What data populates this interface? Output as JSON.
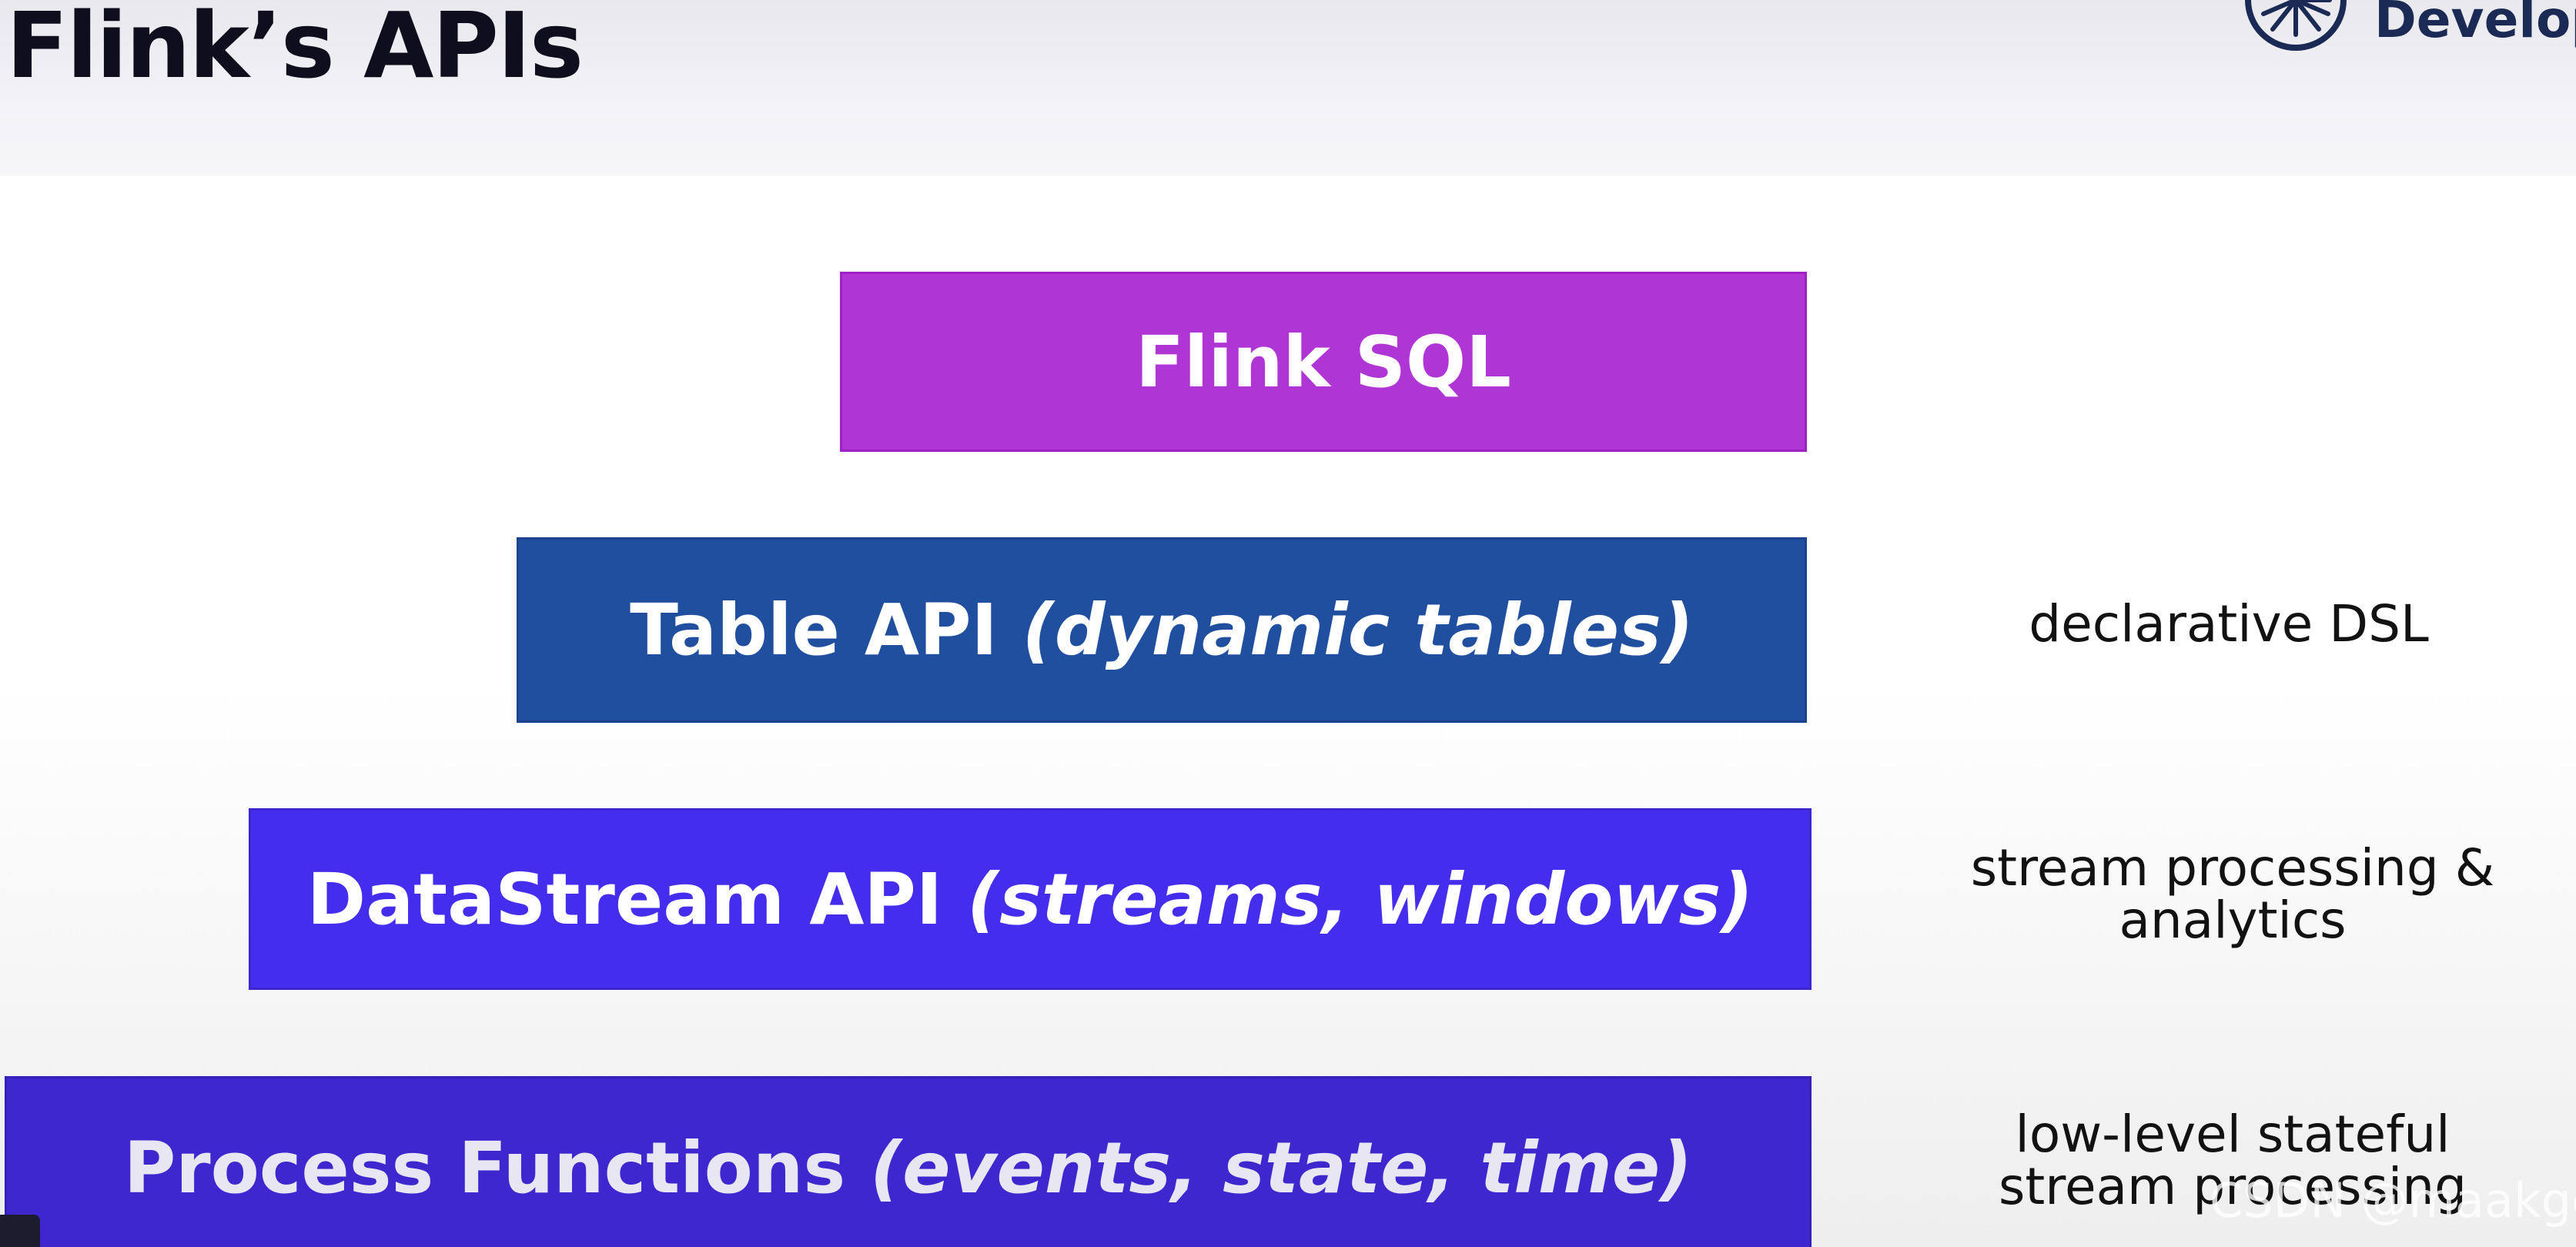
{
  "header": {
    "title": "Flink’s APIs",
    "brand_text": "Develop"
  },
  "layers": [
    {
      "name": "Flink SQL",
      "detail": "",
      "description": ""
    },
    {
      "name": "Table API",
      "detail": "(dynamic tables)",
      "description": "declarative DSL"
    },
    {
      "name": "DataStream API",
      "detail": "(streams, windows)",
      "description_line1": "stream processing &",
      "description_line2": "analytics"
    },
    {
      "name": "Process Functions",
      "detail": "(events, state, time)",
      "description_line1": "low-level stateful",
      "description_line2": "stream processing"
    }
  ],
  "watermark": "CSDN @maakge",
  "colors": {
    "flink_sql": "#af36d5",
    "table_api": "#214f9f",
    "datastream_api": "#442ded",
    "process_functions": "#3e27cf",
    "brand": "#1b2a55"
  },
  "icons": {
    "logo": "brand-logo-icon"
  }
}
